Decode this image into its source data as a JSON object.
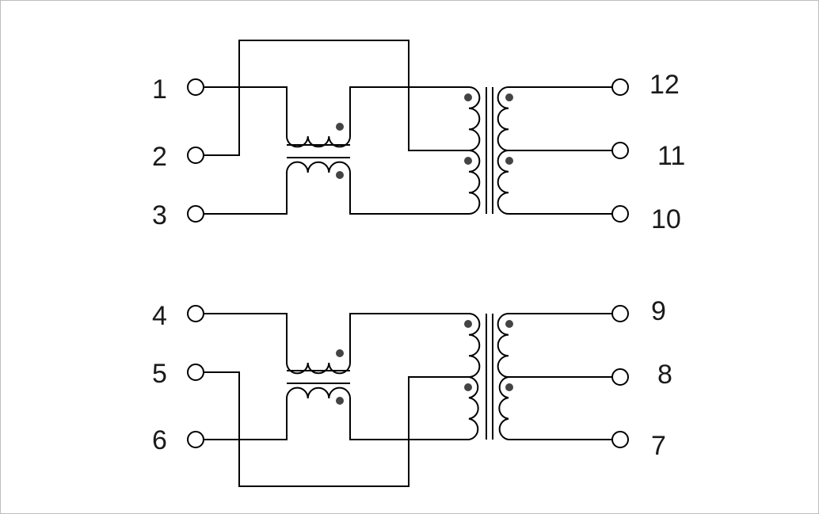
{
  "diagram": {
    "colors": {
      "line": "#000000",
      "dot": "#444444",
      "frame": "#bdbdbd",
      "background": "#ffffff"
    },
    "pins_left": [
      "1",
      "2",
      "3",
      "4",
      "5",
      "6"
    ],
    "pins_right": [
      "12",
      "11",
      "10",
      "9",
      "8",
      "7"
    ]
  }
}
